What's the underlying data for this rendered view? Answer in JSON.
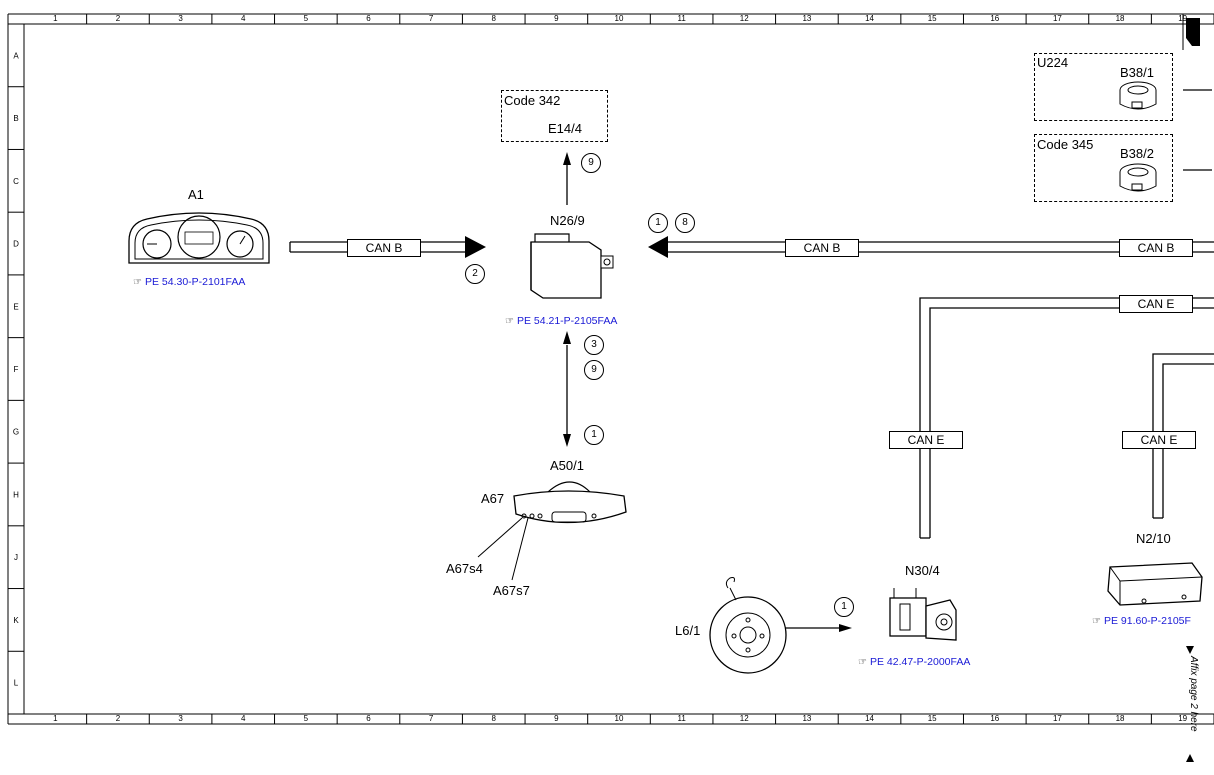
{
  "grid": {
    "columns": [
      "1",
      "2",
      "3",
      "4",
      "5",
      "6",
      "7",
      "8",
      "9",
      "10",
      "11",
      "12",
      "13",
      "14",
      "15",
      "16",
      "17",
      "18",
      "19"
    ],
    "rows": [
      "A",
      "B",
      "C",
      "D",
      "E",
      "F",
      "G",
      "H",
      "J",
      "K",
      "L"
    ]
  },
  "components": {
    "a1": "A1",
    "n26_9": "N26/9",
    "e14_4": "E14/4",
    "code342": "Code 342",
    "u224": "U224",
    "b38_1": "B38/1",
    "code345": "Code 345",
    "b38_2": "B38/2",
    "a50_1": "A50/1",
    "a67": "A67",
    "a67s4": "A67s4",
    "a67s7": "A67s7",
    "l6_1": "L6/1",
    "n30_4": "N30/4",
    "n2_10": "N2/10"
  },
  "bus_labels": {
    "can_b_left": "CAN B",
    "can_b_mid": "CAN B",
    "can_b_right": "CAN B",
    "can_e_top": "CAN E",
    "can_e_left": "CAN E",
    "can_e_right": "CAN E"
  },
  "references": {
    "a1": "PE 54.30-P-2101FAA",
    "n26_9": "PE 54.21-P-2105FAA",
    "n30_4": "PE 42.47-P-2000FAA",
    "n2_10": "PE 91.60-P-2105F"
  },
  "signal_numbers": {
    "up_e14": "9",
    "left_in": "2",
    "right_in_a": "1",
    "right_in_b": "8",
    "vert_a": "3",
    "vert_b": "9",
    "vert_c": "1",
    "l6_sig": "1"
  },
  "side_note": "Affix page 2 here",
  "colors": {
    "link": "#1a1ad6",
    "line": "#000000"
  }
}
